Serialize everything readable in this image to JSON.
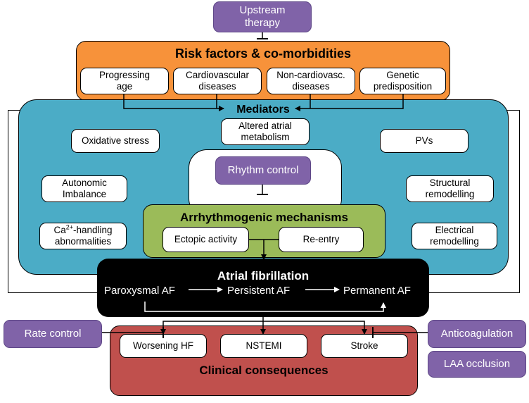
{
  "upstream_therapy": "Upstream therapy",
  "risk_factors": {
    "title": "Risk factors & co-morbidities",
    "items": [
      "Progressing age",
      "Cardiovascular diseases",
      "Non-cardiovasc. diseases",
      "Genetic predisposition"
    ]
  },
  "mediators": {
    "title": "Mediators",
    "oxidative_stress": "Oxidative stress",
    "altered_metabolism": "Altered atrial metabolism",
    "pvs": "PVs",
    "autonomic": "Autonomic Imbalance",
    "structural": "Structural remodelling",
    "ca_prefix": "Ca",
    "ca_sup": "2+",
    "ca_suffix": "-handling abnormalities",
    "electrical": "Electrical remodelling"
  },
  "rhythm_control": "Rhythm control",
  "arrhythmogenic": {
    "title": "Arrhythmogenic mechanisms",
    "ectopic": "Ectopic activity",
    "reentry": "Re-entry"
  },
  "af": {
    "title": "Atrial fibrillation",
    "paroxysmal": "Paroxysmal AF",
    "persistent": "Persistent AF",
    "permanent": "Permanent AF"
  },
  "rate_control": "Rate control",
  "anticoagulation": "Anticoagulation",
  "laa_occlusion": "LAA occlusion",
  "clinical": {
    "title": "Clinical consequences",
    "worsening_hf": "Worsening HF",
    "nstemi": "NSTEMI",
    "stroke": "Stroke"
  },
  "colors": {
    "risk": "#f7923a",
    "mediators": "#4bacc6",
    "arrhythmogenic": "#9bbb59",
    "af": "#000000",
    "clinical": "#c0504d",
    "therapy": "#8063a8"
  }
}
